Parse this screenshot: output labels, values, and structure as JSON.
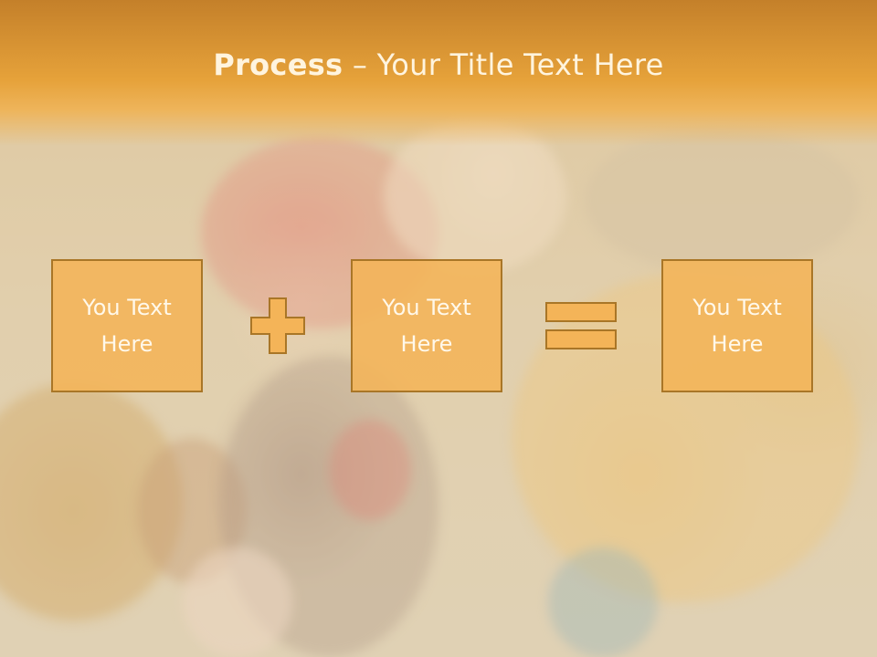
{
  "slide": {
    "title_bold": "Process",
    "title_rest": " – Your Title Text Here",
    "boxes": [
      {
        "line1": "You Text",
        "line2": "Here"
      },
      {
        "line1": "You Text",
        "line2": "Here"
      },
      {
        "line1": "You Text",
        "line2": "Here"
      }
    ],
    "operators": [
      "plus-icon",
      "equals-icon"
    ]
  },
  "colors": {
    "header": "#e6a23a",
    "box_fill": "#f4b458",
    "box_border": "#a97627",
    "text": "#fff4de"
  }
}
